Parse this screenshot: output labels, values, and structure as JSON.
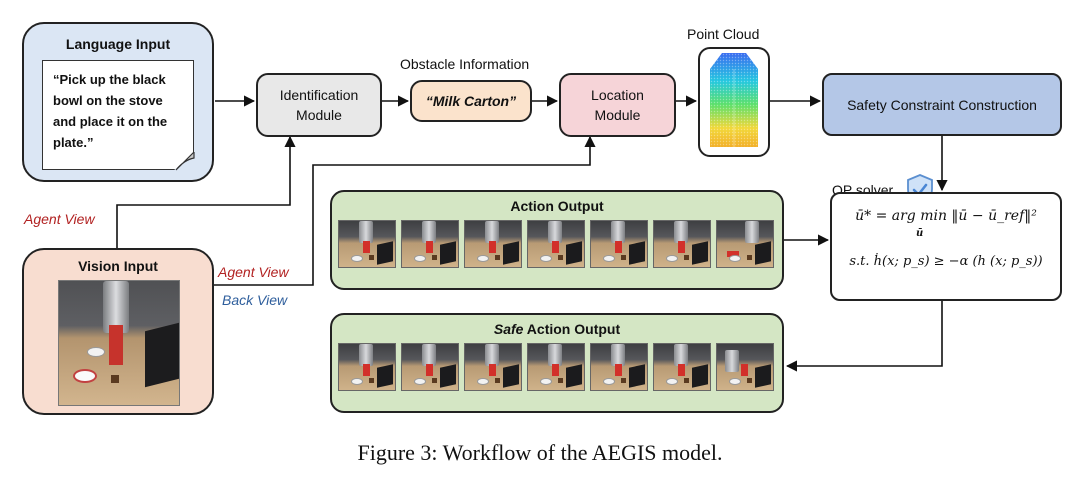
{
  "language_input": {
    "title": "Language Input",
    "instruction": "“Pick up the black bowl on the stove and place it on the plate.”"
  },
  "identification_module": "Identification Module",
  "obstacle": {
    "title": "Obstacle Information",
    "value": "“Milk Carton”"
  },
  "location_module": "Location Module",
  "point_cloud_title": "Point Cloud",
  "safety_constraint": "Safety Constraint Construction",
  "qp_solver": "QP solver",
  "equation": {
    "line1": "ū* = arg min ‖ū − ū_ref‖²",
    "line1_sub": "ū",
    "line2": "s.t. ḣ(x; p_s) ≥ −α (h (x; p_s))"
  },
  "action_output_title": "Action Output",
  "safe_action_output": {
    "italic": "Safe",
    "rest": " Action Output"
  },
  "vision_input_title": "Vision Input",
  "view_labels": {
    "agent_view_left": "Agent View",
    "agent_view_right": "Agent View",
    "back_view": "Back View"
  },
  "caption": "Figure 3: Workflow of the AEGIS model.",
  "colors": {
    "language_bg": "#dbe6f4",
    "identification_bg": "#e8e8e8",
    "obstacle_bg": "#fbe3cc",
    "location_bg": "#f6d4d8",
    "safety_bg": "#b4c7e7",
    "action_bg": "#d4e6c4",
    "vision_bg": "#f8ddd0",
    "agent_view_text": "#b22222",
    "back_view_text": "#2e5e9c"
  }
}
